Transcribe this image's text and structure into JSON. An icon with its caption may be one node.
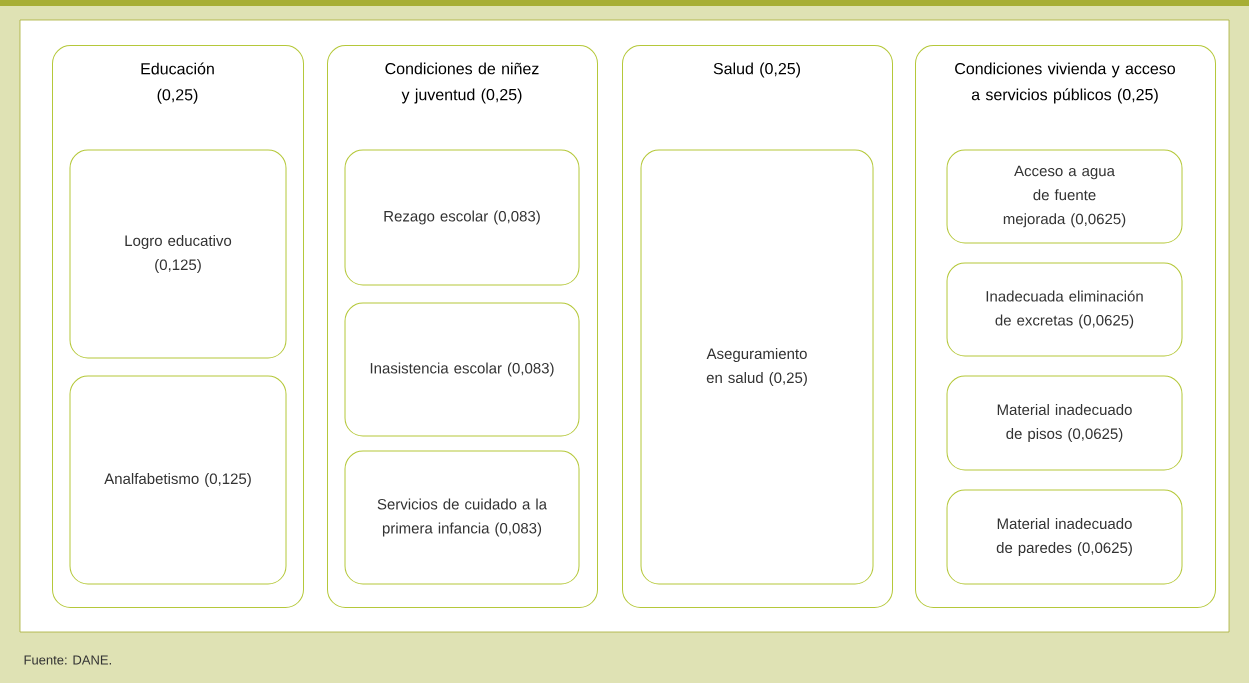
{
  "diagram": {
    "nodes": [
      {
        "text": [
          "Educación (0,25)"
        ]
      },
      {
        "text": [
          "Logro educativo (0,125)"
        ],
        "in": 0
      },
      {
        "text": [
          "Analfabetismo (0,125)"
        ],
        "in": 0
      },
      {
        "text": [
          "Condiciones de niñez y juventud (0,25)"
        ]
      },
      {
        "text": [
          "Rezago escolar (0,083)"
        ],
        "in": 3
      },
      {
        "text": [
          "Inasistencia escolar (0,083)"
        ],
        "in": 3
      },
      {
        "text": [
          "Servicios de cuidado a la primera infancia (0,083)"
        ],
        "in": 3
      },
      {
        "text": [
          "Salud (0,25)"
        ]
      },
      {
        "text": [
          "Aseguramiento en salud (0,25)"
        ],
        "in": 7
      },
      {
        "text": [
          "Condiciones vivienda y acceso a servicios públicos (0,25)"
        ]
      },
      {
        "text": [
          "Acceso a agua de fuente mejorada (0,0625)"
        ],
        "in": 9
      },
      {
        "text": [
          "Inadecuada eliminación de excretas (0,0625)"
        ],
        "in": 9
      },
      {
        "text": [
          "Material inadecuado de pisos (0,0625)"
        ],
        "in": 9
      },
      {
        "text": [
          "Material inadecuado de paredes (0,0625)"
        ],
        "in": 9
      }
    ],
    "labels": [
      "Fuente: DANE."
    ]
  }
}
